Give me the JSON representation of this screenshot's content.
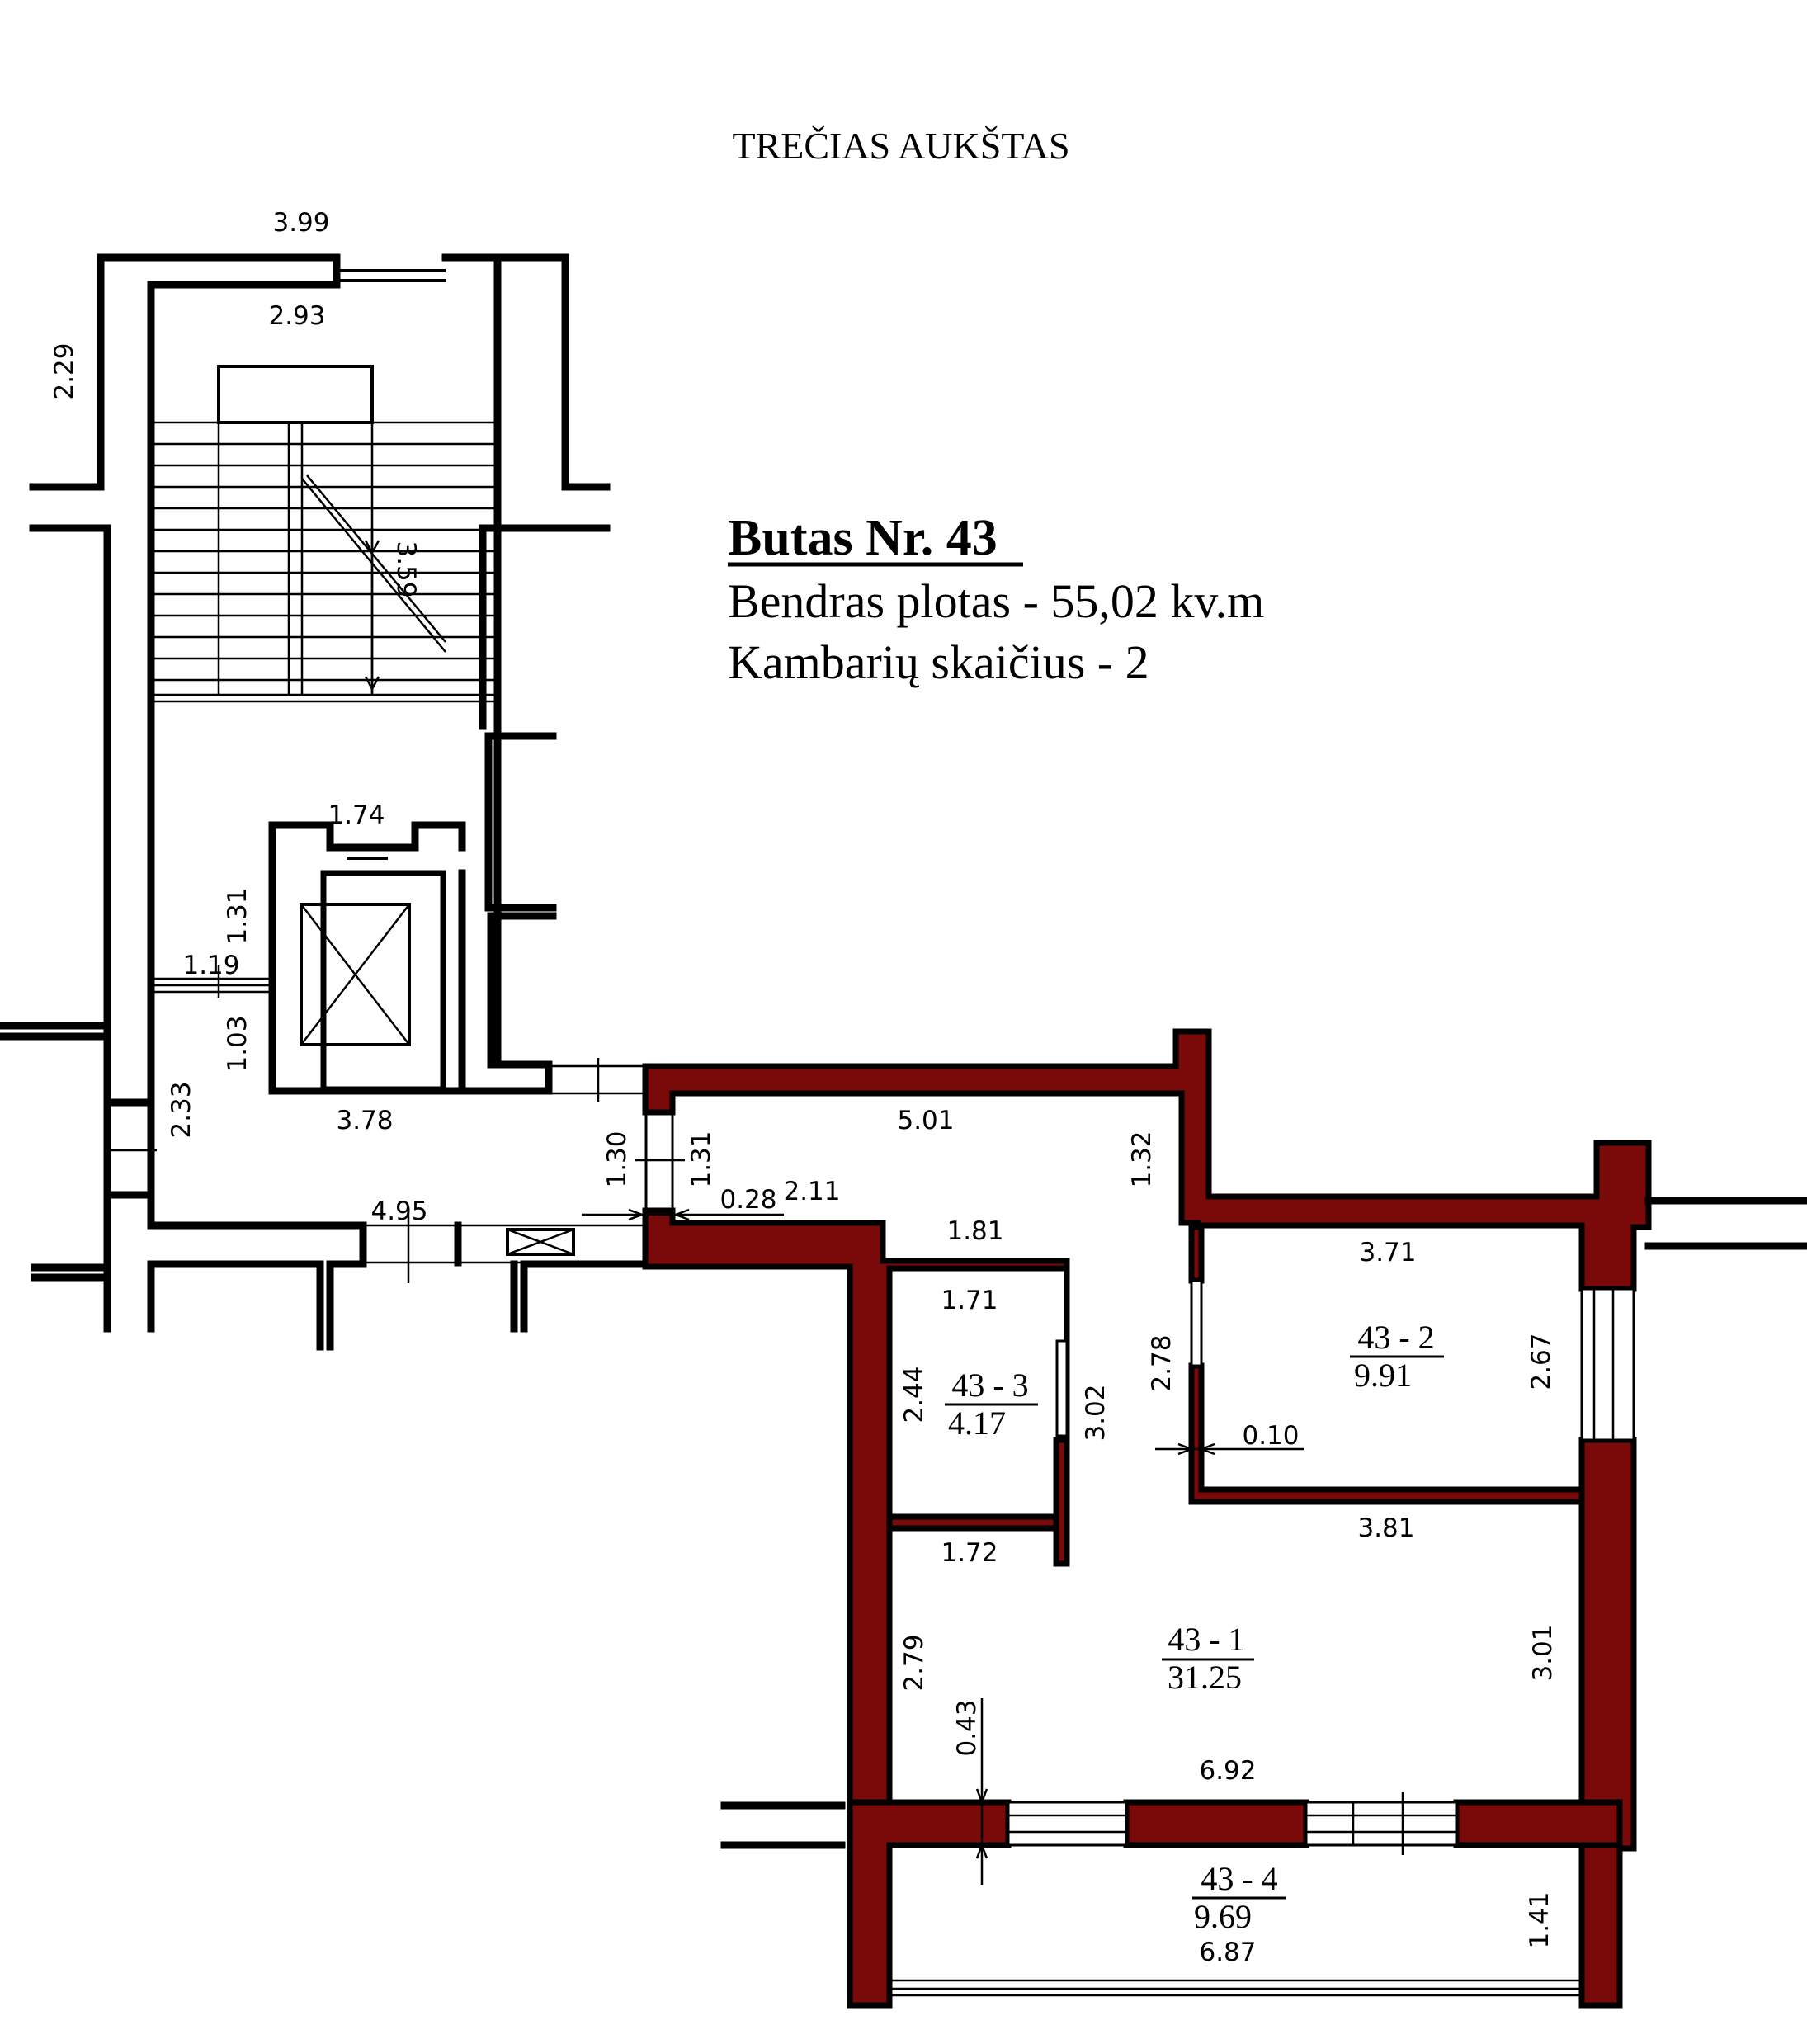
{
  "title": "TREČIAS AUKŠTAS",
  "apartment": {
    "heading": "Butas Nr. 43",
    "total_area": "Bendras plotas - 55,02 kv.m",
    "room_count": "Kambarių skaičius - 2"
  },
  "colors": {
    "apartment_walls": "#7a0a0a",
    "lines": "#000000",
    "background": "#ffffff"
  },
  "rooms": [
    {
      "id": "43 - 1",
      "area": "31.25"
    },
    {
      "id": "43 - 2",
      "area": "9.91"
    },
    {
      "id": "43 - 3",
      "area": "4.17"
    },
    {
      "id": "43 - 4",
      "area": "9.69"
    }
  ],
  "dimensions": {
    "stair_top_outer": "3.99",
    "stair_top_inner": "2.93",
    "stair_left": "2.29",
    "stair_flight": "3.59",
    "lift_top": "1.74",
    "lift_side": "1.31",
    "corridor_door": "1.19",
    "lift_lower_side": "1.03",
    "lift_bottom": "3.78",
    "corridor_left": "2.33",
    "corridor_bottom": "4.95",
    "entry_outer": "1.30",
    "entry_inner": "1.31",
    "wall_thickness_entry": "0.28",
    "hall_offset": "2.11",
    "hall_top": "5.01",
    "hall_right": "1.32",
    "hall_mid": "1.81",
    "bath_top": "1.71",
    "bath_left": "2.44",
    "bath_right": "3.02",
    "bath_bottom": "1.72",
    "bedroom_top": "3.71",
    "bedroom_left": "2.78",
    "bedroom_right": "2.67",
    "partition_thickness": "0.10",
    "bedroom_bottom": "3.81",
    "living_left": "2.79",
    "living_right": "3.01",
    "window_sill": "0.43",
    "living_bottom": "6.92",
    "balcony_right": "1.41",
    "balcony_bottom": "6.87"
  }
}
